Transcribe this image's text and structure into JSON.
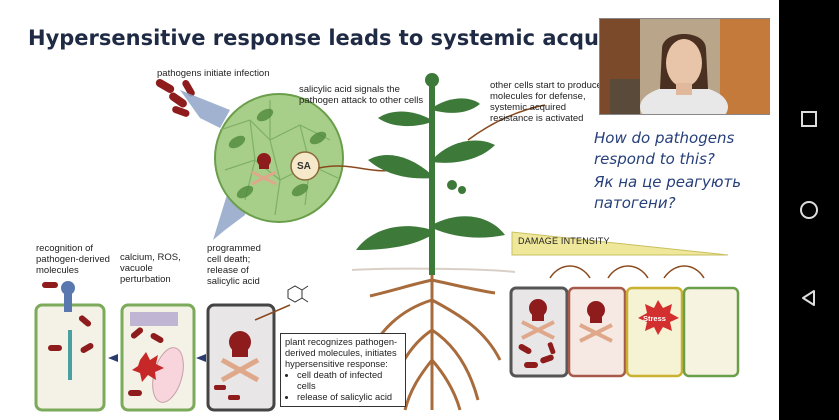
{
  "slide": {
    "title": "Hypersensitive response leads to systemic acquired re",
    "labels": {
      "pathogens_initiate": "pathogens initiate infection",
      "salicylic_signal": "salicylic acid signals the pathogen attack to other cells",
      "other_cells": "other cells start to produce molecules for defense, systemic acquired resistance is activated",
      "recognition": "recognition of pathogen-derived molecules",
      "calcium": "calcium, ROS, vacuole perturbation",
      "programmed": "programmed cell death; release of salicylic acid",
      "sa_badge": "SA",
      "damage_intensity": "DAMAGE INTENSITY",
      "stress": "Stress"
    },
    "callout": {
      "intro": "plant recognizes pathogen-derived molecules, initiates hypersensitive response:",
      "items": [
        "cell death of infected cells",
        "release of salicylic acid"
      ]
    },
    "question": {
      "en_line1": "How do pathogens",
      "en_line2": "respond to this?",
      "uk_line1": "Як на це реагують",
      "uk_line2": "патогени?"
    },
    "colors": {
      "title": "#1f2a44",
      "question": "#27407a",
      "cell_green": "#6b9e4a",
      "plant_green": "#3d7a3a",
      "pathogen_red": "#8e1c1c",
      "damage_yellow": "#efe79a"
    }
  },
  "webcam": {
    "description_icon": "presenter-video-feed"
  },
  "navbar": {
    "icons": [
      "recent-apps-icon",
      "home-icon",
      "back-icon"
    ]
  }
}
